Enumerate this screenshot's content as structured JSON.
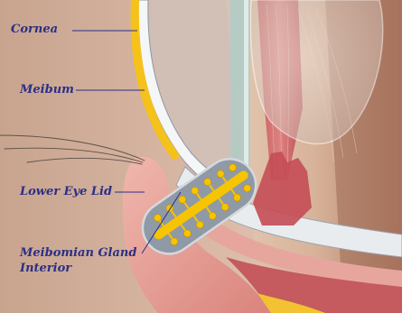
{
  "labels": {
    "cornea": "Cornea",
    "meibum": "Meibum",
    "lower_eye_lid": "Lower Eye Lid",
    "meibomian_gland_line1": "Meibomian Gland",
    "meibomian_gland_line2": "Interior"
  },
  "colors": {
    "label_text": "#2b2f86",
    "leader_line": "#2b2f86",
    "skin": "#d9b8a4",
    "tear_film": "#f4c21a",
    "gland": "#f6c400",
    "gland_capsule": "#8f9aa6",
    "muscle": "#c7575c",
    "sclera": "#e9ecef"
  }
}
